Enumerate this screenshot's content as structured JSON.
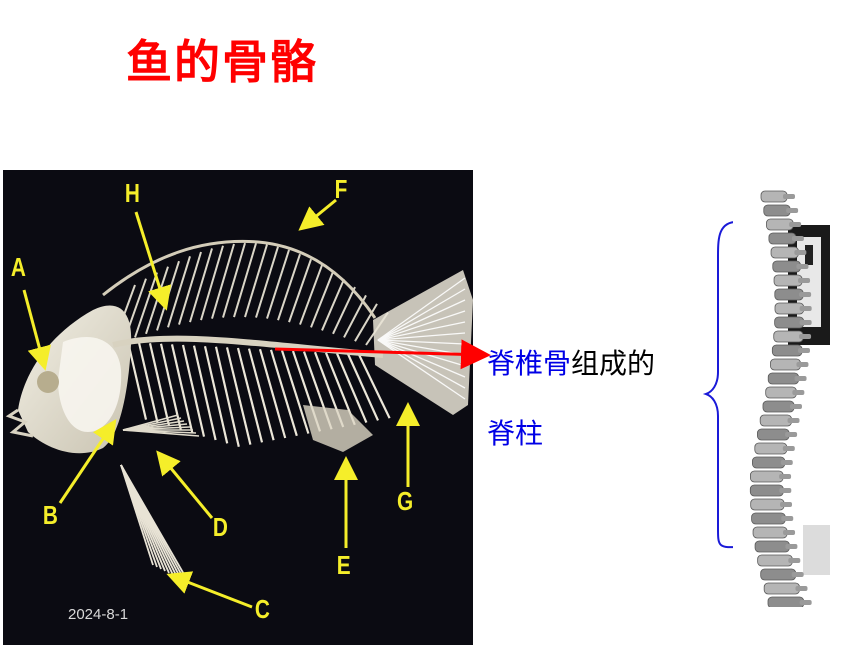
{
  "slide": {
    "title": "鱼的骨骼",
    "date": "2024-8-1",
    "caption_line1_blue": "脊椎骨",
    "caption_line1_black": "组成的",
    "caption_line2": "脊柱"
  },
  "labels": {
    "A": "A",
    "B": "B",
    "C": "C",
    "D": "D",
    "E": "E",
    "F": "F",
    "G": "G",
    "H": "H"
  },
  "colors": {
    "title": "#ff0000",
    "caption_blue": "#0000e6",
    "caption_black": "#000000",
    "label": "#f5ee2a",
    "arrow_red": "#ff0000",
    "brace": "#1a1ad8",
    "photo_bg": "#0b0b12"
  }
}
